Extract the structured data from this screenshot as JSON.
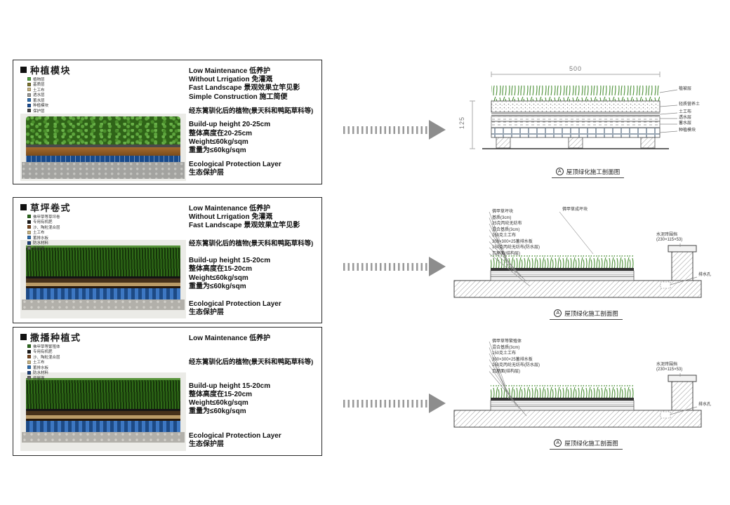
{
  "rows": [
    {
      "title": "种植模块",
      "legend": [
        {
          "label": "植物层",
          "color": "#4f9e3c"
        },
        {
          "label": "基质层",
          "color": "#7d7430"
        },
        {
          "label": "土工布",
          "color": "#c7b484"
        },
        {
          "label": "透水层",
          "color": "#9a9a96"
        },
        {
          "label": "蓄水层",
          "color": "#2f6fb0"
        },
        {
          "label": "种植模块",
          "color": "#1d4f96"
        },
        {
          "label": "保护层",
          "color": "#4a4a4a"
        }
      ],
      "features": [
        [
          "Low Maintenance 低养护",
          "Without Lrrigation 免灌溉",
          "Fast Landscape 景观效果立竿见影",
          "Simple Construction 施工简便"
        ],
        [
          "经东篱驯化后的植物(景天科和鸭跖草科等)"
        ],
        [
          "Build-up height 20-25cm",
          "整体高度在20-25cm",
          "Weight≤60kg/sqm",
          "重量为≤60kg/sqm"
        ],
        [
          "Ecological Protection Layer",
          "生态保护层"
        ]
      ],
      "drawing": {
        "dim_top": "500",
        "dim_left": "125",
        "right_labels": [
          "植被层",
          "轻质营养土",
          "土工布",
          "透水层",
          "蓄水层",
          "种植模块"
        ],
        "caption_symbol": "A",
        "caption": "屋顶绿化施工剖面图"
      }
    },
    {
      "title": "草坪卷式",
      "legend": [
        {
          "label": "佛甲草等草坪卷",
          "color": "#2e6b1f"
        },
        {
          "label": "专用有机肥",
          "color": "#1c1c1c"
        },
        {
          "label": "沙、陶粒混合层",
          "color": "#7a4a21"
        },
        {
          "label": "土工布",
          "color": "#c7b484"
        },
        {
          "label": "蓄排水板",
          "color": "#2f6fb0"
        },
        {
          "label": "防水材料",
          "color": "#1d3f7a"
        },
        {
          "label": "原屋面",
          "color": "#6a6a66"
        }
      ],
      "features": [
        [
          "Low Maintenance 低养护",
          "Without Lrrigation 免灌溉",
          "Fast Landscape 景观效果立竿见影"
        ],
        [
          "经东篱驯化后的植物(景天科和鸭跖草科等)"
        ],
        [
          "Build-up height 15-20cm",
          "整体高度在15-20cm",
          "Weight≤60kg/sqm",
          "重量为≤60kg/sqm"
        ],
        [
          "Ecological Protection Layer",
          "生态保护层"
        ]
      ],
      "drawing": {
        "left_labels": [
          "佛甲草坪块",
          "基质(3cm)",
          "25克丙纶无纺布",
          "混合基质(3cm)",
          "150克土工布",
          "300×300×25蓄排水板",
          "150克丙纶无纺布(防水层)",
          "瓦屋面(结构层)"
        ],
        "top_right_label": "佛甲草成坪块",
        "parapet_label": [
          "水泥砖围挡",
          "(230×115×53)"
        ],
        "drain_label": "排水孔",
        "caption_symbol": "A",
        "caption": "屋顶绿化施工剖面图"
      }
    },
    {
      "title": "撒播种植式",
      "legend": [
        {
          "label": "佛甲草等繁殖体",
          "color": "#2e6b1f"
        },
        {
          "label": "专用有机肥",
          "color": "#1c1c1c"
        },
        {
          "label": "沙、陶粒混合层",
          "color": "#7a4a21"
        },
        {
          "label": "土工布",
          "color": "#c7b484"
        },
        {
          "label": "蓄排水板",
          "color": "#2f6fb0"
        },
        {
          "label": "防水材料",
          "color": "#1d3f7a"
        },
        {
          "label": "原屋面",
          "color": "#6a6a66"
        }
      ],
      "features": [
        [
          "Low Maintenance 低养护"
        ],
        [
          "经东篱驯化后的植物(景天科和鸭跖草科等)"
        ],
        [
          "Build-up height 15-20cm",
          "整体高度在15-20cm",
          "Weight≤60kg/sqm",
          "重量为≤60kg/sqm"
        ],
        [
          "Ecological Protection Layer",
          "生态保护层"
        ]
      ],
      "drawing": {
        "left_labels": [
          "佛甲草等繁殖体",
          "混合基质(3cm)",
          "150克土工布",
          "300×300×25蓄排水板",
          "150克丙纶无纺布(防水层)",
          "瓦屋面(结构层)"
        ],
        "parapet_label": [
          "水泥砖围挡",
          "(230×115×53)"
        ],
        "drain_label": "排水孔",
        "caption_symbol": "A",
        "caption": "屋顶绿化施工剖面图"
      }
    }
  ]
}
